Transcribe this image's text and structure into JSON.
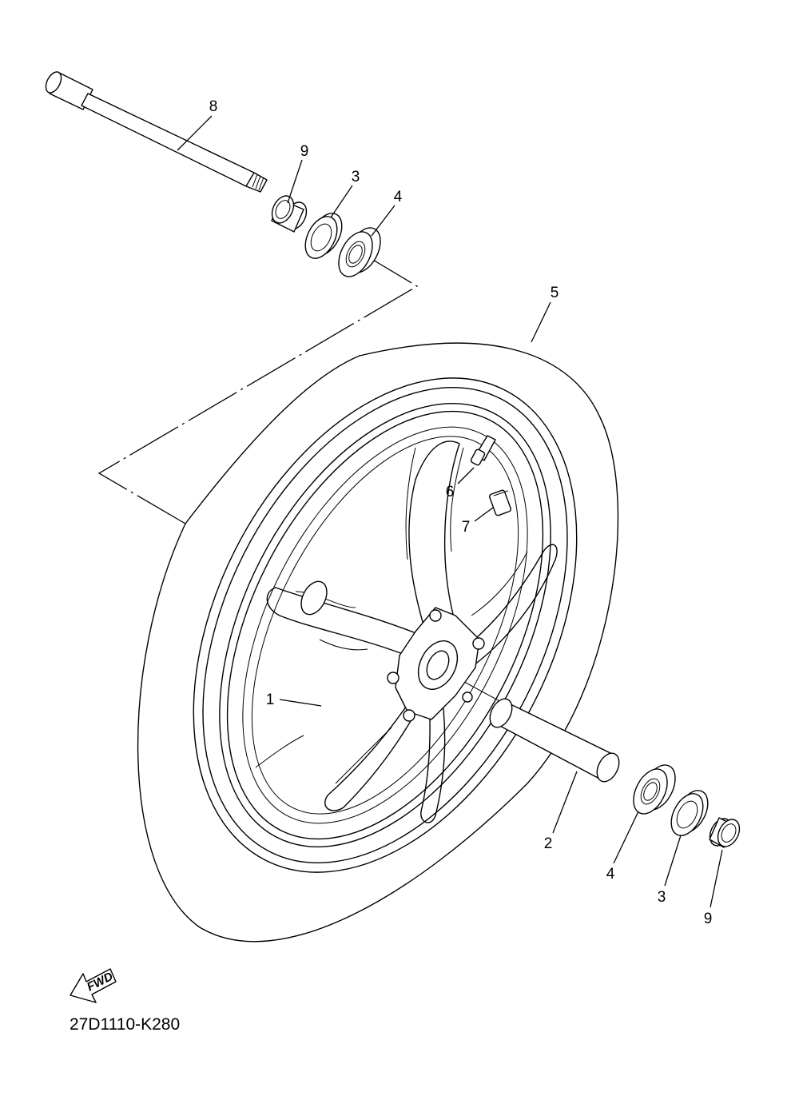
{
  "diagram": {
    "part_code": "27D1110-K280",
    "fwd_label": "FWD",
    "callouts": {
      "wheel": "1",
      "collar": "2",
      "oil_seal_top": "3",
      "bearing_top": "4",
      "tire": "5",
      "valve": "6",
      "sensor": "7",
      "axle": "8",
      "spacer_top": "9",
      "bearing_bottom": "4",
      "oil_seal_bottom": "3",
      "spacer_bottom": "9"
    },
    "icons": {
      "fwd_arrow": "fwd-arrow-icon"
    }
  }
}
